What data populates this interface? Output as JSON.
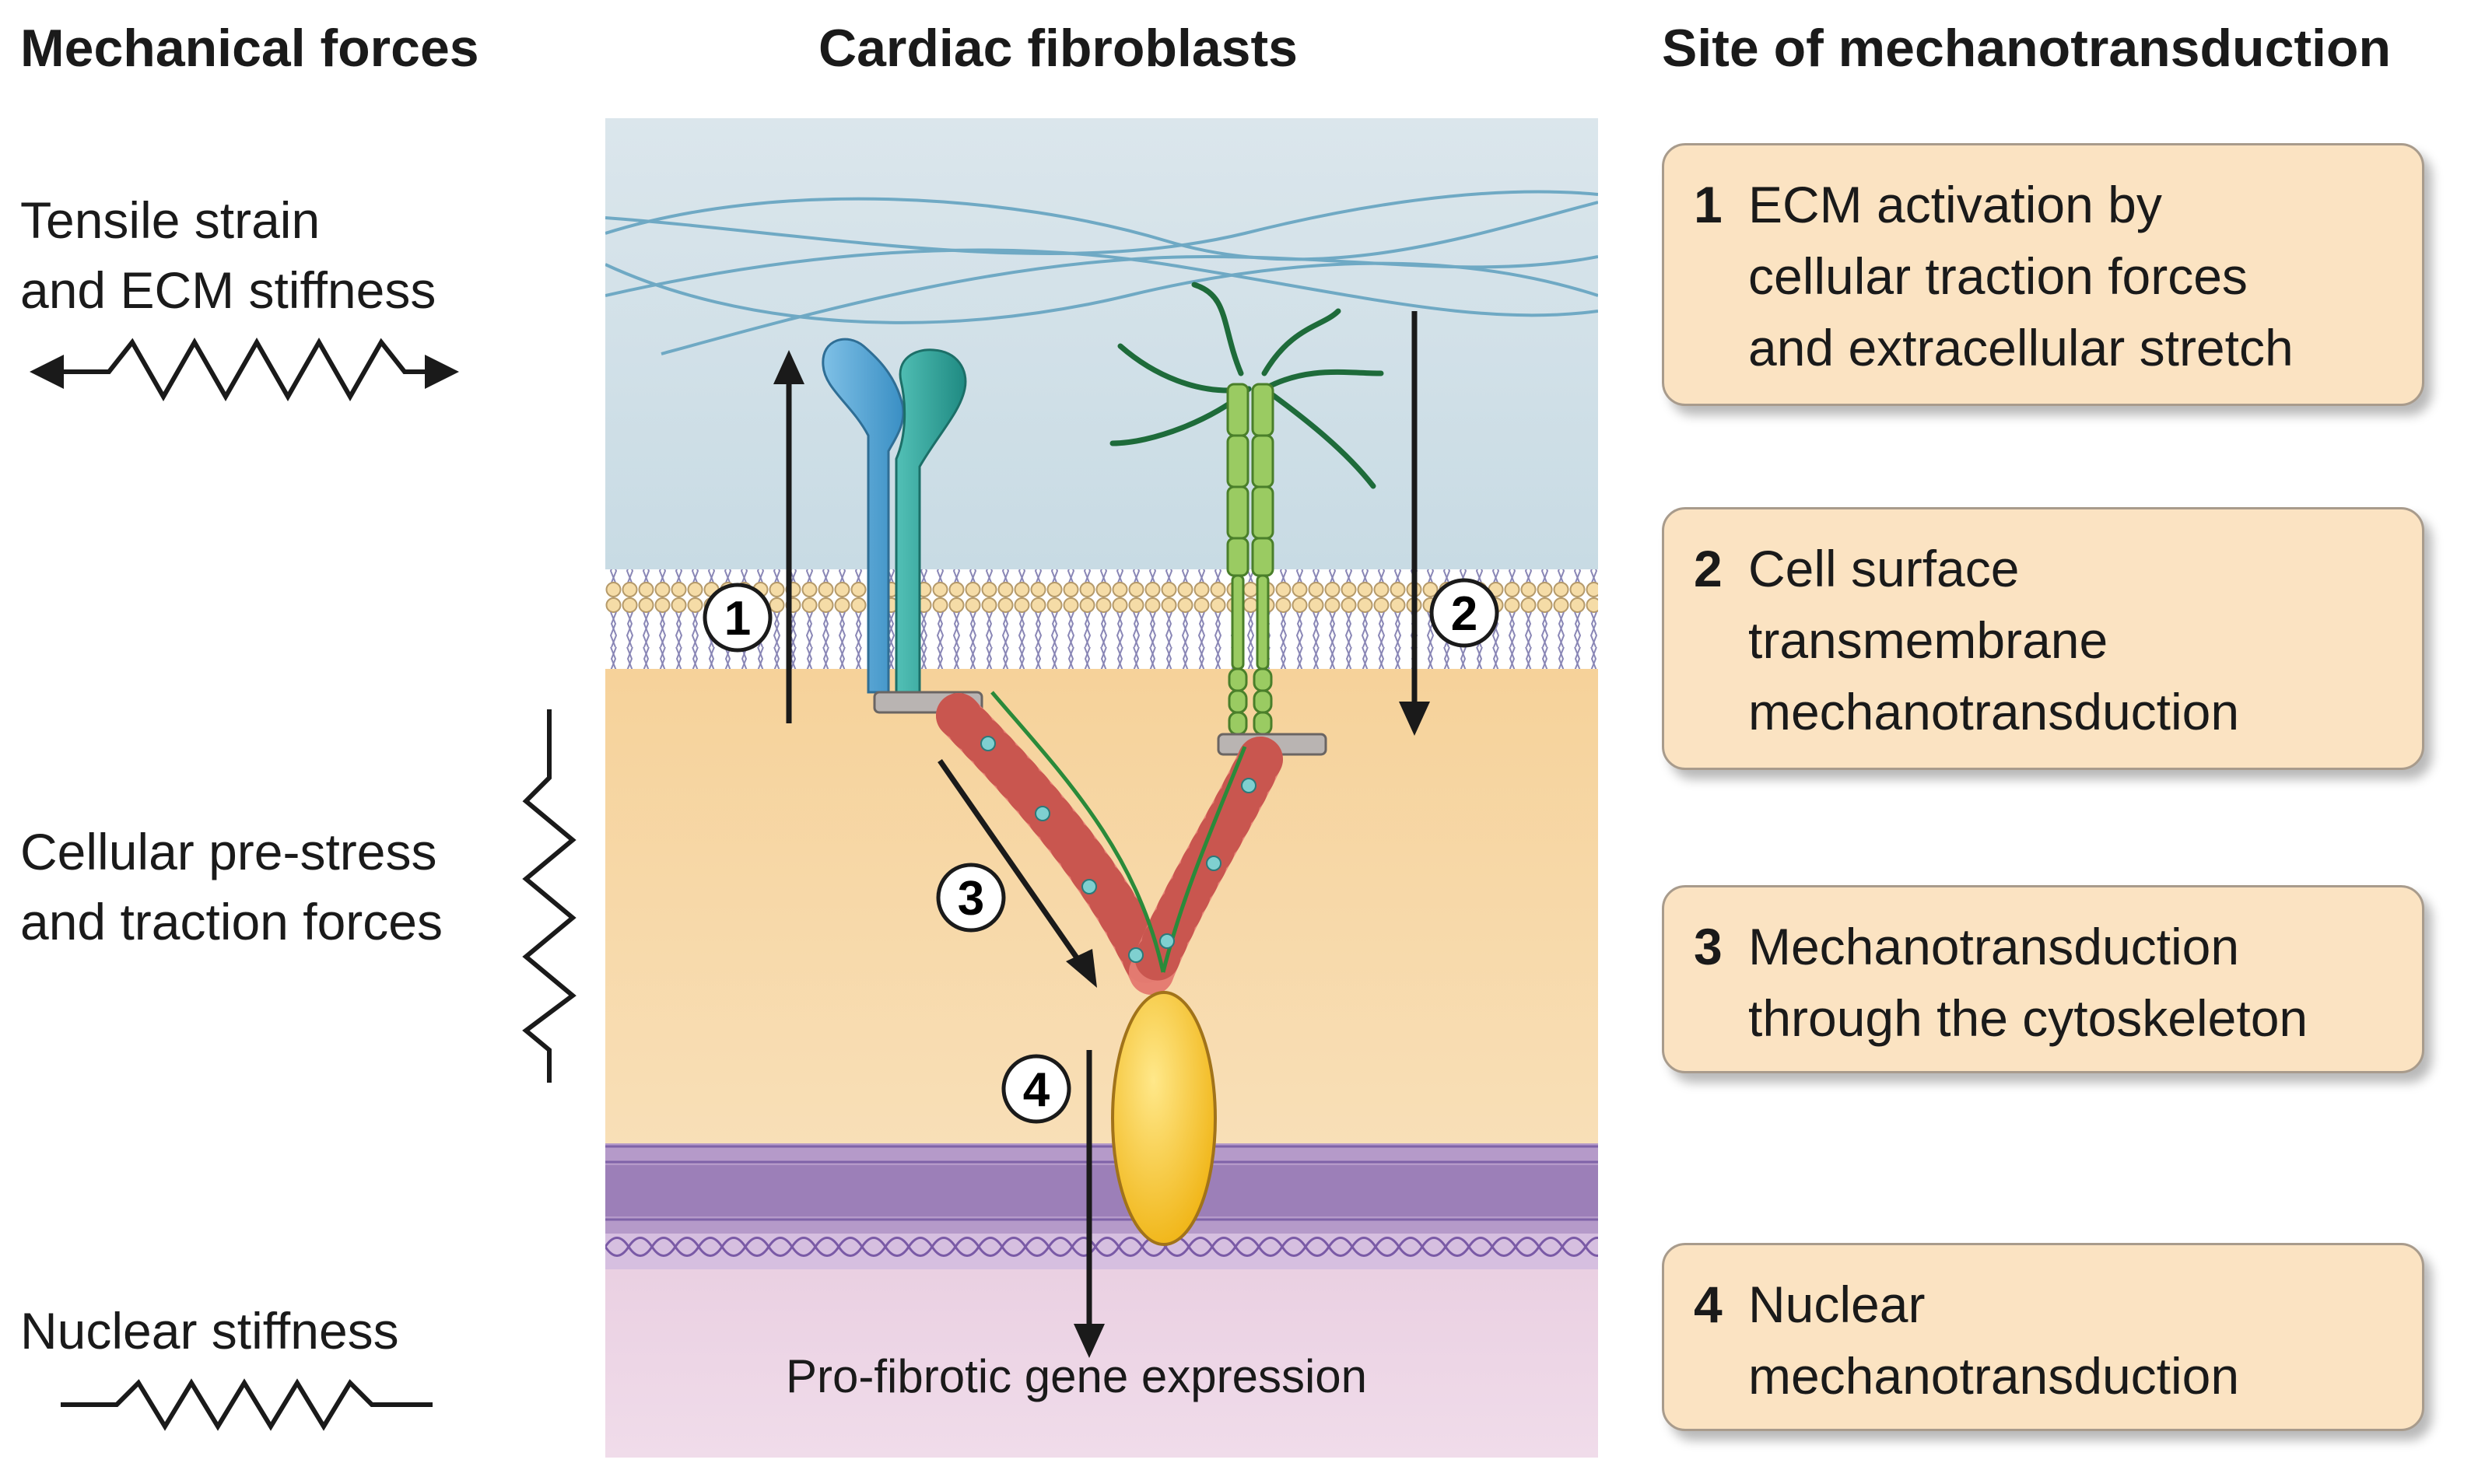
{
  "headers": {
    "forces": "Mechanical forces",
    "cells": "Cardiac fibroblasts",
    "sites": "Site of mechanotransduction"
  },
  "forces": {
    "tensile": [
      "Tensile strain",
      "and ECM stiffness"
    ],
    "cellular": [
      "Cellular pre-stress",
      "and traction forces"
    ],
    "nuclear": [
      "Nuclear stiffness"
    ]
  },
  "steps": [
    "1",
    "2",
    "3",
    "4"
  ],
  "gene_expression": "Pro-fibrotic gene expression",
  "sites": [
    {
      "num": "1",
      "lines": [
        "ECM activation by",
        "cellular traction forces",
        "and extracellular stretch"
      ]
    },
    {
      "num": "2",
      "lines": [
        "Cell surface",
        "transmembrane",
        "mechanotransduction"
      ]
    },
    {
      "num": "3",
      "lines": [
        "Mechanotransduction",
        "through the cytoskeleton"
      ]
    },
    {
      "num": "4",
      "lines": [
        "Nuclear",
        "mechanotransduction"
      ]
    }
  ],
  "colors": {
    "ecm": "#c9dde6",
    "cytoplasm": "#f8dcae",
    "nuclear_membrane": "#9c7fb8",
    "nucleoplasm": "#efd6e6",
    "site_box": "#fbe3c2",
    "integrin_a": "#4ea3d4",
    "integrin_b": "#2aa59d",
    "receptor": "#8dc25a",
    "actin": "#e57c72",
    "nucleus_body": "#f6c327"
  }
}
